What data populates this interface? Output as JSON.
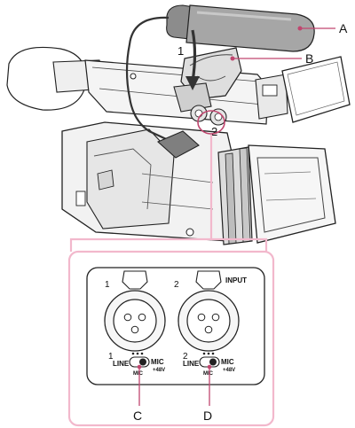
{
  "callouts": {
    "a": "A",
    "b": "B",
    "c": "C",
    "d": "D"
  },
  "steps": {
    "one": "1",
    "two": "2"
  },
  "panel": {
    "input_label": "INPUT",
    "jack1": {
      "number": "1",
      "line": "LINE",
      "mic": "MIC",
      "mic_sub": "MIC",
      "phantom": "+48V"
    },
    "jack2": {
      "number": "2",
      "line": "LINE",
      "mic": "MIC",
      "mic_sub": "MIC",
      "phantom": "+48V"
    }
  },
  "colors": {
    "callout_line": "#c0466f",
    "highlight": "#f2b8cc",
    "outline": "#222222",
    "body_fill": "#f2f2f2",
    "shade_fill": "#dcdcdc"
  }
}
